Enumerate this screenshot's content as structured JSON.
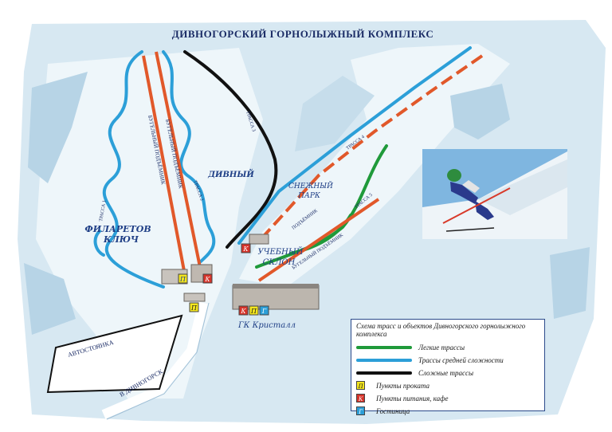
{
  "map": {
    "title": "ДИВНОГОРСКИЙ ГОРНОЛЫЖНЫЙ КОМПЛЕКС",
    "areas": {
      "filaretov": "ФИЛАРЕТОВ",
      "klyuch": "КЛЮЧ",
      "divny": "ДИВНЫЙ",
      "snezhny": "СНЕЖНЫЙ",
      "park": "ПАРК",
      "uchebny": "УЧЕБНЫЙ",
      "sklon": "СКЛОН",
      "kristall": "ГК Кристалл",
      "parking": "АВТОСТОЯНКА",
      "to_divnogorsk": "В ДИВНОГОРСК"
    },
    "lifts": {
      "bugel_1": "БУГЕЛЬНЫЙ ПОДЪЁМНИК",
      "bugel_2": "БУГЕЛЬНЫЙ ПОДЪЁМНИК",
      "surface_1": "ПОДЪЁМНИК",
      "surface_2": "БУГЕЛЬНЫЙ ПОДЪЁМНИК"
    },
    "trails": {
      "trail_1": "ТРАССА 1",
      "trail_2": "ТРАССА 2",
      "trail_3": "ТРАССА 3",
      "trail_4": "ТРАССА 4",
      "trail_5": "ТРАССА 5"
    },
    "markers": {
      "rental": "П",
      "food": "К",
      "hotel": "Г"
    },
    "colors": {
      "easy": "#1f9a3a",
      "medium": "#2c9fd8",
      "hard": "#111111",
      "lift": "#e1582a",
      "snow": "#d7e8f2",
      "snow_light": "#eef6fa",
      "snow_dark": "#b7d4e6",
      "rental_marker": "#f4e61d",
      "food_marker": "#d6332a",
      "hotel_marker": "#2c9fd8"
    }
  },
  "legend": {
    "title": "Схема трасс и объектов Дивногорского горнолыжного комплекса",
    "items": [
      {
        "key": "easy",
        "label": "Легкие трассы"
      },
      {
        "key": "medium",
        "label": "Трассы средней сложности"
      },
      {
        "key": "hard",
        "label": "Сложные трассы"
      },
      {
        "key": "rental",
        "label": "Пункты проката"
      },
      {
        "key": "food",
        "label": "Пункты питания, кафе"
      },
      {
        "key": "hotel",
        "label": "Гостиница"
      }
    ]
  }
}
